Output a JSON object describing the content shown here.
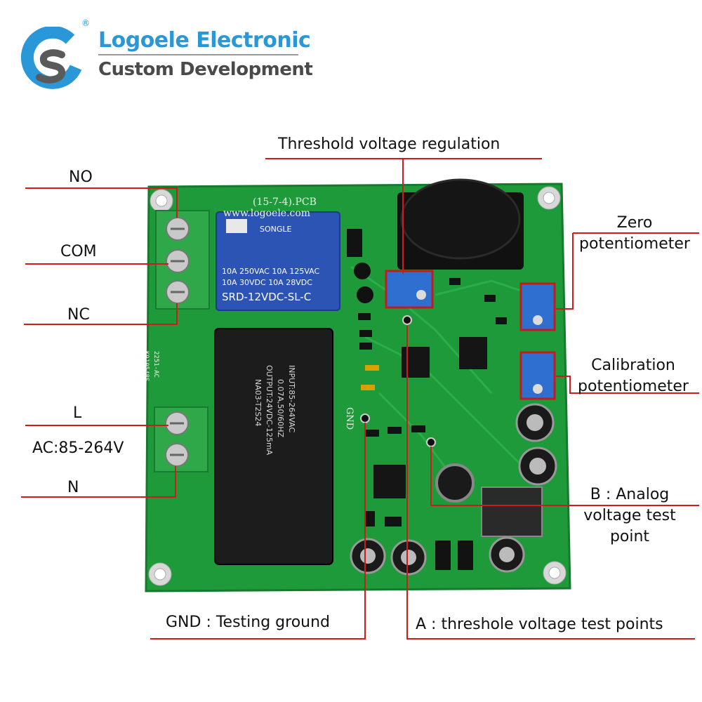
{
  "brand": {
    "name": "Logoele Electronic",
    "tagline": "Custom Development",
    "registered": "®",
    "logo_colors": {
      "blue": "#2a98d8",
      "gray": "#5a5a5a"
    }
  },
  "board": {
    "pcb_marking": "(15-7-4).PCB",
    "pcb_url": "www.logoele.com",
    "side_code": "K910548S",
    "side_code2": "2251-AC",
    "gnd_silk": "GND",
    "relay": {
      "brand": "SONGLE",
      "line1": "10A 250VAC   10A 125VAC",
      "line2": "10A 30VDC   10A 28VDC",
      "model": "SRD-12VDC-SL-C"
    },
    "psu_lines": [
      "INPUT:85-264VAC",
      "0.07A,50/60HZ",
      "OUTPUT:24VDC-125mA",
      "NA03-T2S24"
    ],
    "colors": {
      "pcb": "#1f9a3a",
      "relay": "#2c54b5",
      "terminal": "#2fa84a",
      "psu": "#1c1c1c",
      "trimmer": "#2f6fd0",
      "leader": "#d11a1a"
    }
  },
  "labels": {
    "no": "NO",
    "com": "COM",
    "nc": "NC",
    "l": "L",
    "ac": "AC:85-264V",
    "n": "N",
    "threshold": "Threshold voltage regulation",
    "zero1": "Zero",
    "zero2": "potentiometer",
    "calib1": "Calibration",
    "calib2": "potentiometer",
    "b1": "B : Analog",
    "b2": "voltage test",
    "b3": "point",
    "gnd": "GND : Testing ground",
    "a": "A : threshole voltage test points"
  }
}
